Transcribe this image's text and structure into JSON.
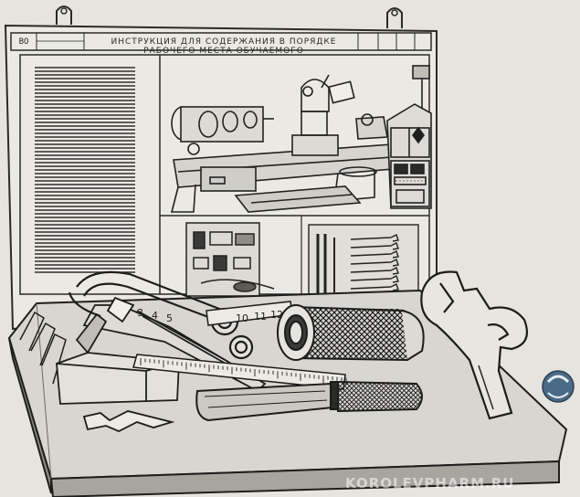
{
  "header": {
    "code": "ВО",
    "title_line1": "ИНСТРУКЦИЯ ДЛЯ СОДЕРЖАНИЯ В ПОРЯДКЕ",
    "title_line2": "РАБОЧЕГО МЕСТА ОБУЧАЕМОГО"
  },
  "caliper": {
    "scale": [
      "3",
      "4",
      "5"
    ]
  },
  "ruler": {
    "scale": [
      "10",
      "11",
      "12"
    ]
  },
  "watermark": {
    "text": "KOROLEVPHARM.RU"
  },
  "colors": {
    "paper": "#e6e4de",
    "ink": "#2a2a28",
    "shade": "#a7a59e"
  }
}
